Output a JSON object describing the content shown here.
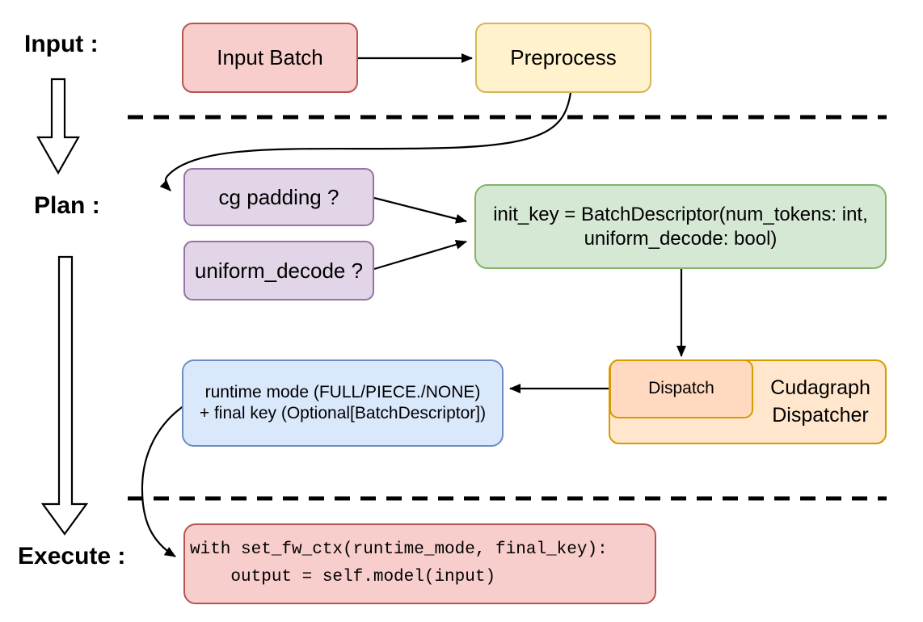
{
  "diagram": {
    "stages": {
      "input": "Input :",
      "plan": "Plan :",
      "execute": "Execute :"
    },
    "nodes": {
      "input_batch": {
        "label": "Input Batch"
      },
      "preprocess": {
        "label": "Preprocess"
      },
      "cg_padding": {
        "label": "cg padding ?"
      },
      "uniform_decode": {
        "label": "uniform_decode ?"
      },
      "init_key": {
        "line1": "init_key = BatchDescriptor(num_tokens: int,",
        "line2": "uniform_decode: bool)"
      },
      "runtime_result": {
        "line1": "runtime mode (FULL/PIECE./NONE)",
        "line2": "+ final key (Optional[BatchDescriptor])"
      },
      "dispatch": {
        "label": "Dispatch"
      },
      "cudagraph_dispatcher": {
        "line1": "Cudagraph",
        "line2": "Dispatcher"
      },
      "execute_code": {
        "line1": "with set_fw_ctx(runtime_mode, final_key):",
        "line2": "    output = self.model(input)"
      }
    },
    "colors": {
      "red_fill": "#f8cecc",
      "red_stroke": "#b85450",
      "yellow_fill": "#fff2cc",
      "yellow_stroke": "#d6b656",
      "purple_fill": "#e1d5e7",
      "purple_stroke": "#9673a6",
      "green_fill": "#d5e8d4",
      "green_stroke": "#82b366",
      "blue_fill": "#dae8fc",
      "blue_stroke": "#6c8ebf",
      "orange_fill": "#ffe6cc",
      "orange_stroke": "#d79b00",
      "dispatch_fill": "#ffd9c0",
      "arrow": "#000000"
    }
  }
}
